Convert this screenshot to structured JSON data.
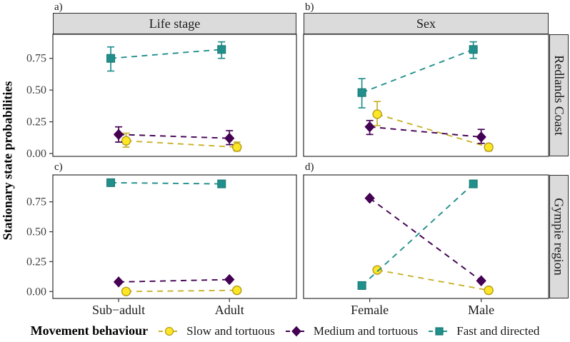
{
  "chart_data": {
    "type": "line",
    "title": "",
    "xlabel": "",
    "ylabel": "Stationary state probabilities",
    "ylim": [
      0,
      1
    ],
    "grid": false,
    "legend_position": "bottom",
    "y_ticks": [
      0,
      0.25,
      0.5,
      0.75
    ],
    "y_tick_labels": [
      "0.00",
      "0.25",
      "0.50",
      "0.75"
    ],
    "col_facets": [
      "Life stage",
      "Sex"
    ],
    "row_facets": [
      "Redlands Coast",
      "Gympie region"
    ],
    "legend": {
      "title": "Movement behaviour",
      "items": [
        {
          "label": "Slow and tortuous",
          "marker": "circle",
          "fill": "#FDE725",
          "stroke": "#B49B1C",
          "line_color": "#C8B22B"
        },
        {
          "label": "Medium and tortuous",
          "marker": "diamond",
          "fill": "#440154",
          "stroke": "#440154",
          "line_color": "#440154"
        },
        {
          "label": "Fast and directed",
          "marker": "square",
          "fill": "#21908C",
          "stroke": "#177570",
          "line_color": "#21908C"
        }
      ]
    },
    "panels": [
      {
        "letter": "a)",
        "col": 0,
        "row": 0,
        "col_facet": "Life stage",
        "row_facet": "Redlands Coast",
        "categories": [
          "Sub−adult",
          "Adult"
        ],
        "series": [
          {
            "name": "Slow and tortuous",
            "values": [
              0.1,
              0.05
            ],
            "ci_low": [
              0.05,
              0.02
            ],
            "ci_high": [
              0.16,
              0.09
            ]
          },
          {
            "name": "Medium and tortuous",
            "values": [
              0.15,
              0.12
            ],
            "ci_low": [
              0.09,
              0.07
            ],
            "ci_high": [
              0.21,
              0.18
            ]
          },
          {
            "name": "Fast and directed",
            "values": [
              0.75,
              0.82
            ],
            "ci_low": [
              0.65,
              0.75
            ],
            "ci_high": [
              0.84,
              0.88
            ]
          }
        ]
      },
      {
        "letter": "b)",
        "col": 1,
        "row": 0,
        "col_facet": "Sex",
        "row_facet": "Redlands Coast",
        "categories": [
          "Female",
          "Male"
        ],
        "series": [
          {
            "name": "Slow and tortuous",
            "values": [
              0.31,
              0.05
            ],
            "ci_low": [
              0.22,
              0.02
            ],
            "ci_high": [
              0.41,
              0.07
            ]
          },
          {
            "name": "Medium and tortuous",
            "values": [
              0.21,
              0.13
            ],
            "ci_low": [
              0.15,
              0.08
            ],
            "ci_high": [
              0.26,
              0.19
            ]
          },
          {
            "name": "Fast and directed",
            "values": [
              0.48,
              0.82
            ],
            "ci_low": [
              0.36,
              0.75
            ],
            "ci_high": [
              0.59,
              0.88
            ]
          }
        ]
      },
      {
        "letter": "c)",
        "col": 0,
        "row": 1,
        "col_facet": "Life stage",
        "row_facet": "Gympie region",
        "categories": [
          "Sub−adult",
          "Adult"
        ],
        "series": [
          {
            "name": "Slow and tortuous",
            "values": [
              0.0,
              0.01
            ],
            "ci_low": null,
            "ci_high": null
          },
          {
            "name": "Medium and tortuous",
            "values": [
              0.08,
              0.1
            ],
            "ci_low": null,
            "ci_high": null
          },
          {
            "name": "Fast and directed",
            "values": [
              0.91,
              0.9
            ],
            "ci_low": null,
            "ci_high": null
          }
        ]
      },
      {
        "letter": "d)",
        "col": 1,
        "row": 1,
        "col_facet": "Sex",
        "row_facet": "Gympie region",
        "categories": [
          "Female",
          "Male"
        ],
        "series": [
          {
            "name": "Slow and tortuous",
            "values": [
              0.18,
              0.01
            ],
            "ci_low": null,
            "ci_high": null
          },
          {
            "name": "Medium and tortuous",
            "values": [
              0.78,
              0.09
            ],
            "ci_low": null,
            "ci_high": null
          },
          {
            "name": "Fast and directed",
            "values": [
              0.05,
              0.9
            ],
            "ci_low": null,
            "ci_high": null
          }
        ]
      }
    ]
  }
}
